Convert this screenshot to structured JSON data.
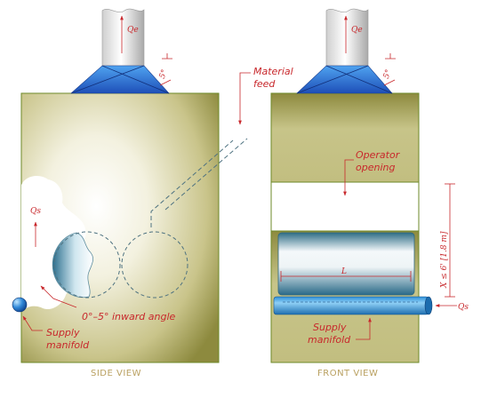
{
  "labels": {
    "qe_left": "Qe",
    "qe_right": "Qe",
    "angle_left": "5°",
    "angle_right": "5°",
    "material_feed_line1": "Material",
    "material_feed_line2": "feed",
    "operator_line1": "Operator",
    "operator_line2": "opening",
    "qs_left": "Qs",
    "qs_right": "Qs",
    "inward_angle": "0°–5° inward angle",
    "supply_left_line1": "Supply",
    "supply_left_line2": "manifold",
    "supply_right_line1": "Supply",
    "supply_right_line2": "manifold",
    "length": "L",
    "height": "X ≤ 6' [1.8 m]"
  },
  "captions": {
    "side": "SIDE VIEW",
    "front": "FRONT VIEW"
  },
  "colors": {
    "outline": "#6e8a28",
    "annotation": "#c8282c",
    "hood_blue": "#2a6ad0",
    "caption": "#b9a060"
  }
}
